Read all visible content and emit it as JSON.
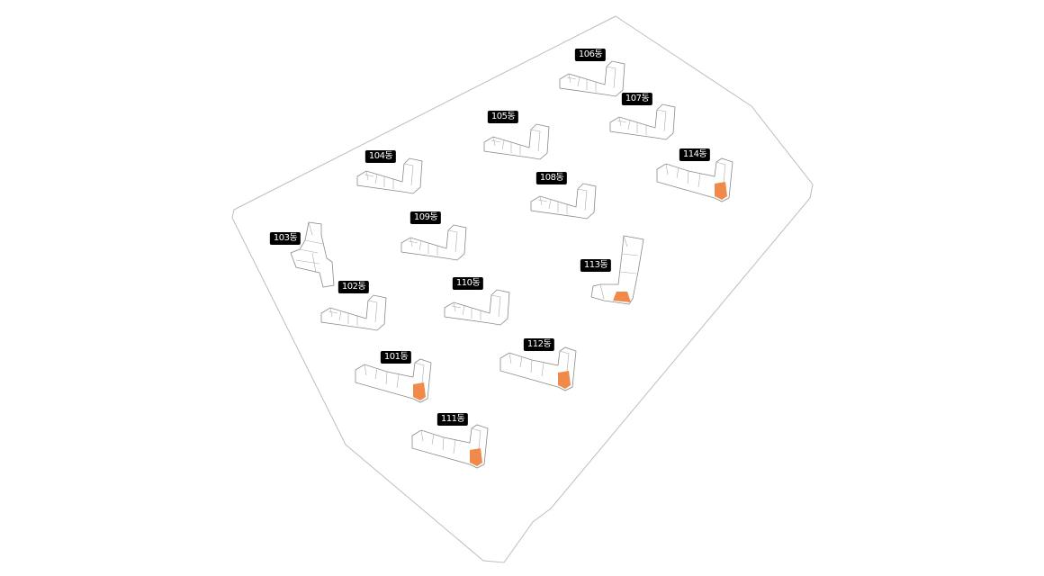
{
  "site_plan": {
    "colors": {
      "boundary": "#bdbdbd",
      "building_outline": "#8a8a8a",
      "highlight": "#f08a4b",
      "label_bg": "#000000",
      "label_text": "#ffffff"
    },
    "buildings": [
      {
        "label": "106동",
        "highlighted": false
      },
      {
        "label": "107동",
        "highlighted": false
      },
      {
        "label": "105동",
        "highlighted": false
      },
      {
        "label": "104동",
        "highlighted": false
      },
      {
        "label": "114동",
        "highlighted": true
      },
      {
        "label": "108동",
        "highlighted": false
      },
      {
        "label": "109동",
        "highlighted": false
      },
      {
        "label": "103동",
        "highlighted": false
      },
      {
        "label": "113동",
        "highlighted": true
      },
      {
        "label": "102동",
        "highlighted": false
      },
      {
        "label": "110동",
        "highlighted": false
      },
      {
        "label": "112동",
        "highlighted": true
      },
      {
        "label": "101동",
        "highlighted": true
      },
      {
        "label": "111동",
        "highlighted": true
      }
    ]
  }
}
